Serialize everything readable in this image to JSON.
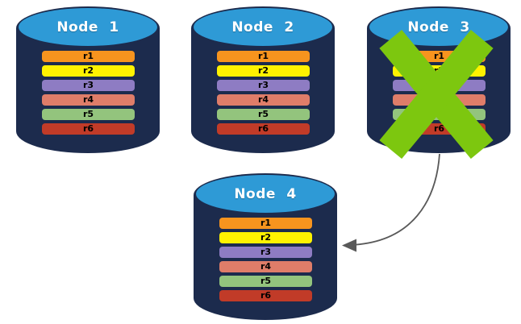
{
  "diagram": {
    "description": "Database replication diagram: four database nodes each holding replicas r1-r6; Node 3 is crossed out (failed) and a curved arrow points from Node 3 to Node 4",
    "background": "#FFFFFF",
    "colors": {
      "cylinder_body": "#1C2B4D",
      "cylinder_top": "#2E9AD6",
      "node_label_text": "#FFFFFF",
      "row_label_text": "#000000",
      "failure_x": "#7DC70F",
      "arrow": "#595959"
    },
    "nodes": [
      {
        "id": "node-1",
        "label": "Node 1",
        "failed": false,
        "replicas": [
          {
            "label": "r1",
            "color": "#F7941E"
          },
          {
            "label": "r2",
            "color": "#FFF200"
          },
          {
            "label": "r3",
            "color": "#8E7CC3"
          },
          {
            "label": "r4",
            "color": "#DF7D69"
          },
          {
            "label": "r5",
            "color": "#93C47D"
          },
          {
            "label": "r6",
            "color": "#C13B28"
          }
        ]
      },
      {
        "id": "node-2",
        "label": "Node 2",
        "failed": false,
        "replicas": [
          {
            "label": "r1",
            "color": "#F7941E"
          },
          {
            "label": "r2",
            "color": "#FFF200"
          },
          {
            "label": "r3",
            "color": "#8E7CC3"
          },
          {
            "label": "r4",
            "color": "#DF7D69"
          },
          {
            "label": "r5",
            "color": "#93C47D"
          },
          {
            "label": "r6",
            "color": "#C13B28"
          }
        ]
      },
      {
        "id": "node-3",
        "label": "Node 3",
        "failed": true,
        "replicas": [
          {
            "label": "r1",
            "color": "#F7941E"
          },
          {
            "label": "r2",
            "color": "#FFF200"
          },
          {
            "label": "r3",
            "color": "#8E7CC3"
          },
          {
            "label": "r4",
            "color": "#DF7D69"
          },
          {
            "label": "r5",
            "color": "#93C47D"
          },
          {
            "label": "r6",
            "color": "#C13B28"
          }
        ]
      },
      {
        "id": "node-4",
        "label": "Node 4",
        "failed": false,
        "replicas": [
          {
            "label": "r1",
            "color": "#F7941E"
          },
          {
            "label": "r2",
            "color": "#FFF200"
          },
          {
            "label": "r3",
            "color": "#8E7CC3"
          },
          {
            "label": "r4",
            "color": "#DF7D69"
          },
          {
            "label": "r5",
            "color": "#93C47D"
          },
          {
            "label": "r6",
            "color": "#C13B28"
          }
        ]
      }
    ],
    "arrow": {
      "from": "Node 3",
      "to": "Node 4",
      "color": "#595959"
    },
    "failure_x": {
      "on_node": "Node 3",
      "color": "#7DC70F"
    }
  }
}
